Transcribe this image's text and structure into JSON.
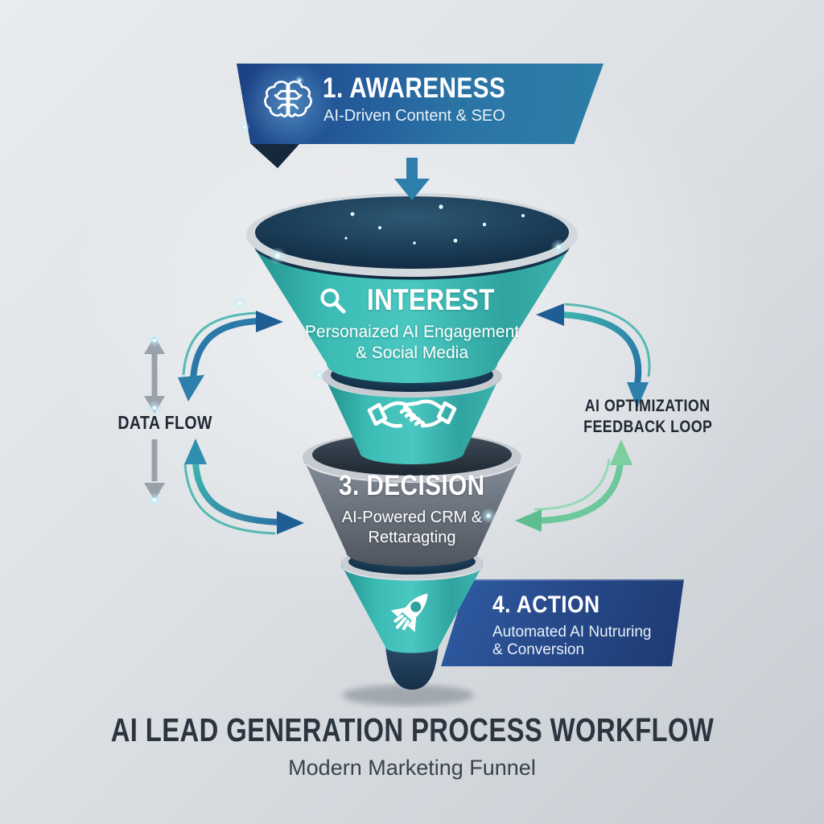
{
  "banner_awareness": {
    "title": "1. AWARENESS",
    "subtitle": "AI-Driven Content & SEO",
    "icon": "brain-icon",
    "color_left": "#1c4184",
    "color_right": "#2d7ea8"
  },
  "funnel": {
    "stage_interest": {
      "title": "INTEREST",
      "icon": "search-icon",
      "subtitle_line1": "Personaized AI Engagement",
      "subtitle_line2": "& Social Media",
      "color": "#3cbcb5"
    },
    "stage_consideration": {
      "icon": "handshake-icon",
      "color": "#3cbcb5"
    },
    "stage_decision": {
      "title": "3. DECISION",
      "subtitle_line1": "AI-Powered CRM &",
      "subtitle_line2": "Rettaragting",
      "color": "#6e7681"
    },
    "stage_action_cone": {
      "icon": "rocket-icon",
      "color": "#3cbcb5"
    }
  },
  "banner_action": {
    "title": "4. ACTION",
    "subtitle_line1": "Automated AI Nutruring",
    "subtitle_line2": "& Conversion",
    "color": "#27498a"
  },
  "left_annotation": {
    "label": "DATA FLOW",
    "arrow_color": "#99a1aa",
    "curve_color_teal": "#47b4ae",
    "curve_color_blue": "#2b79a8"
  },
  "right_annotation": {
    "label_line1": "AI OPTIMIZATION",
    "label_line2": "FEEDBACK LOOP",
    "curve_color_top": "#2e7fab",
    "curve_color_bottom": "#6cc79b"
  },
  "footer": {
    "title": "AI LEAD GENERATION PROCESS WORKFLOW",
    "subtitle": "Modern Marketing Funnel"
  }
}
